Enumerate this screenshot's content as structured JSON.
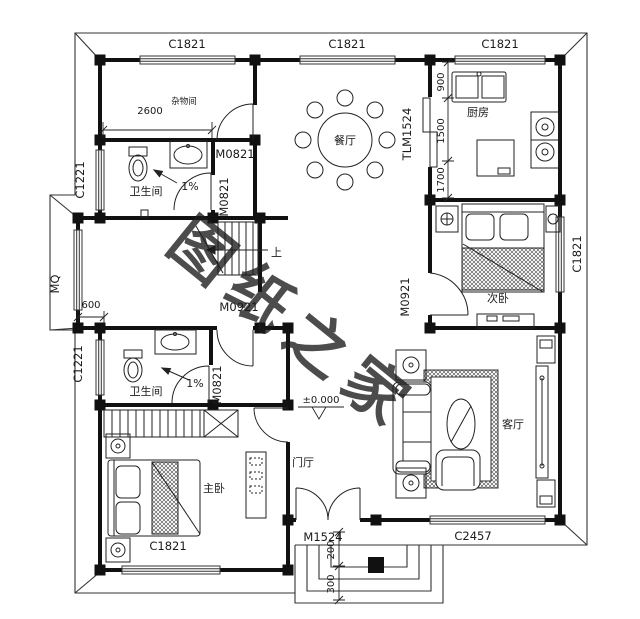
{
  "watermark": {
    "text": "图纸之家",
    "color": "#c6413c"
  },
  "rooms": {
    "dining": "餐厅",
    "kitchen": "厨房",
    "storage": "杂物间",
    "bathroom_upper": "卫生间",
    "bathroom_lower": "卫生间",
    "second_bedroom": "次卧",
    "master_bedroom": "主卧",
    "living_room": "客厅",
    "foyer": "门厅"
  },
  "windows": {
    "top_left": "C1821",
    "top_center": "C1821",
    "top_right": "C1821",
    "left_upper": "C1221",
    "left_curtain_wall": "MQ",
    "left_lower": "C1221",
    "right_bedroom": "C1821",
    "bottom_living": "C2457",
    "bottom_master": "C1821"
  },
  "doors": {
    "storage": "M0821",
    "bathroom_upper": "M0821",
    "bathroom_lower": "M0821",
    "corridor": "M0921",
    "second_bedroom": "M0921",
    "kitchen_sliding": "TLM1524",
    "entrance": "M1524"
  },
  "dimensions": {
    "storage_width": "2600",
    "kitchen_upper": "900",
    "kitchen_middle": "1500",
    "kitchen_lower": "1700",
    "bay_width": "600",
    "step_depth_1": "200",
    "step_depth_2": "300"
  },
  "annotations": {
    "floor_level": "±0.000",
    "slope_bathroom_upper": "1%",
    "slope_bathroom_lower": "1%",
    "stairs_up": "上"
  }
}
